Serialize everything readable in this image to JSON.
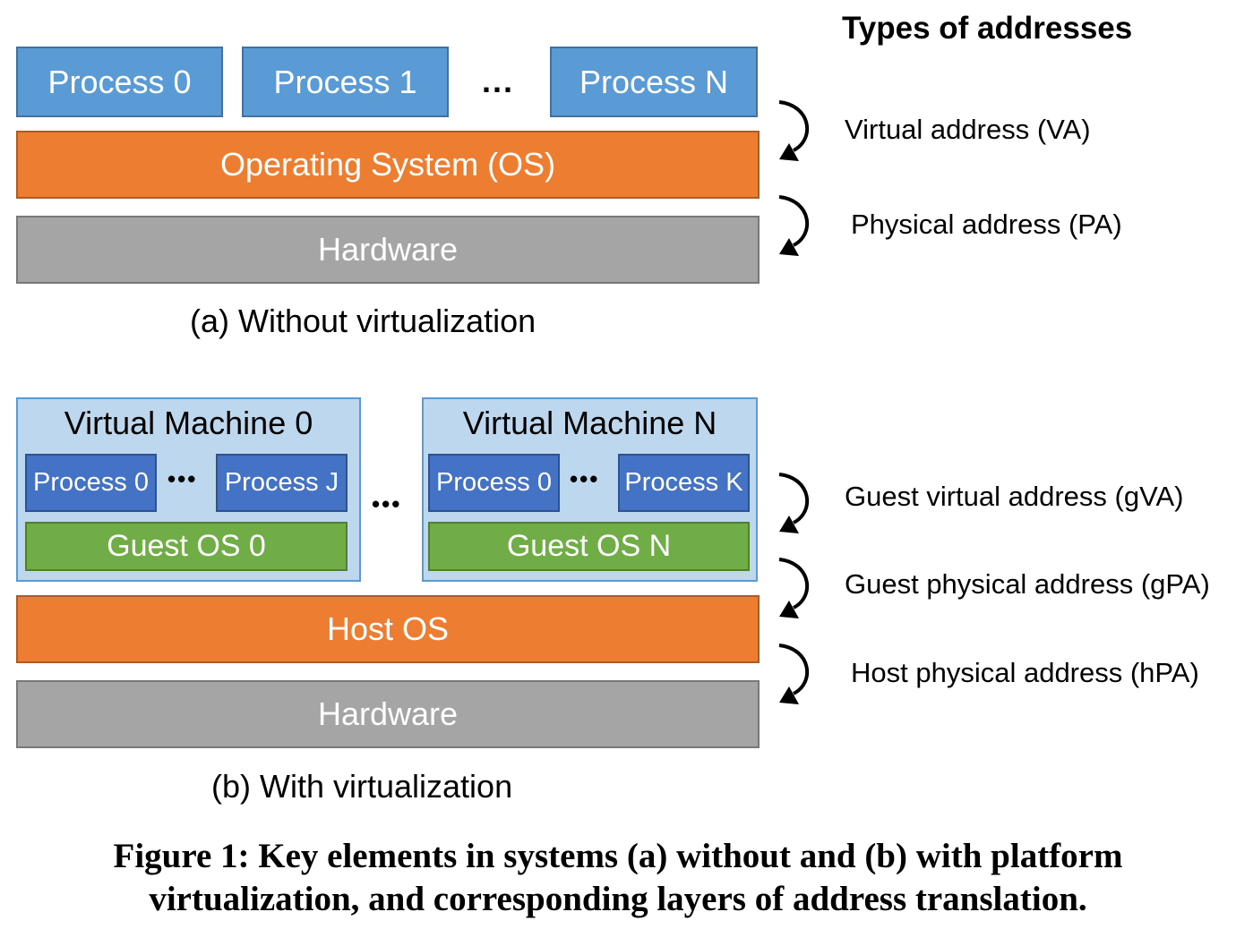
{
  "types_heading": "Types of addresses",
  "part_a": {
    "processes": [
      "Process 0",
      "Process 1",
      "Process N"
    ],
    "ellipsis": "...",
    "os": "Operating System (OS)",
    "hardware": "Hardware",
    "subtitle": "(a) Without virtualization",
    "addresses": [
      "Virtual address (VA)",
      "Physical address (PA)"
    ]
  },
  "part_b": {
    "vms": [
      {
        "title": "Virtual Machine 0",
        "processes": [
          "Process 0",
          "Process J"
        ],
        "guest_os": "Guest OS 0"
      },
      {
        "title": "Virtual Machine N",
        "processes": [
          "Process 0",
          "Process K"
        ],
        "guest_os": "Guest OS N"
      }
    ],
    "inner_ellipsis": "•••",
    "vm_ellipsis": "•••",
    "host_os": "Host OS",
    "hardware": "Hardware",
    "subtitle": "(b) With virtualization",
    "addresses": [
      "Guest virtual address (gVA)",
      "Guest physical address (gPA)",
      "Host physical address (hPA)"
    ]
  },
  "caption": {
    "line1": "Figure 1: Key elements in systems (a) without and (b) with platform",
    "line2": "virtualization, and corresponding layers of address translation."
  },
  "colors": {
    "process": "#5b9bd5",
    "inner_process": "#4472c4",
    "os": "#ed7d31",
    "hardware": "#a5a5a5",
    "vm": "#bdd7ee",
    "guest_os": "#70ad47"
  }
}
